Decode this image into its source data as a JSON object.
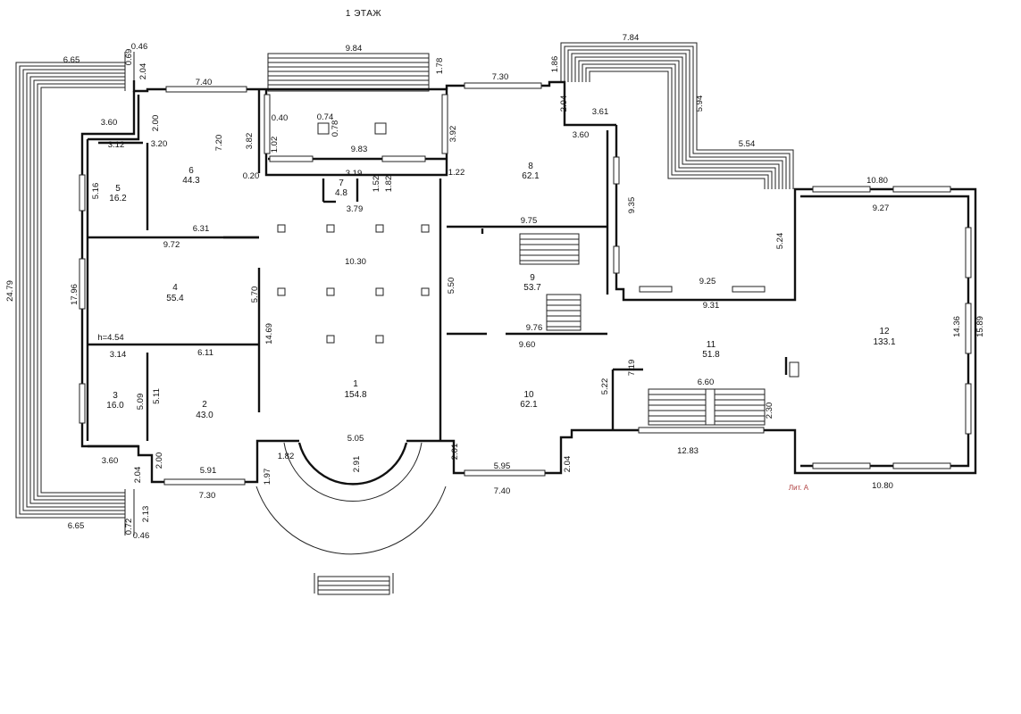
{
  "title": "1 ЭТАЖ",
  "lit_label": "Лит. А",
  "rooms": [
    {
      "id": "1",
      "num": "1",
      "area": "154.8"
    },
    {
      "id": "2",
      "num": "2",
      "area": "43.0"
    },
    {
      "id": "3",
      "num": "3",
      "area": "16.0"
    },
    {
      "id": "4",
      "num": "4",
      "area": "55.4"
    },
    {
      "id": "5",
      "num": "5",
      "area": "16.2"
    },
    {
      "id": "6",
      "num": "6",
      "area": "44.3"
    },
    {
      "id": "7",
      "num": "7",
      "area": "4.8"
    },
    {
      "id": "8",
      "num": "8",
      "area": "62.1"
    },
    {
      "id": "9",
      "num": "9",
      "area": "53.7"
    },
    {
      "id": "10",
      "num": "10",
      "area": "62.1"
    },
    {
      "id": "11",
      "num": "11",
      "area": "51.8"
    },
    {
      "id": "12",
      "num": "12",
      "area": "133.1"
    }
  ],
  "dimensions": [
    "9.84",
    "7.84",
    "6.65",
    "0.46",
    "0.69",
    "2.04",
    "7.40",
    "3.60",
    "2.00",
    "3.12",
    "3.20",
    "5.16",
    "7.20",
    "3.82",
    "0.20",
    "6.31",
    "9.72",
    "17.96",
    "24.79",
    "h=4.54",
    "3.14",
    "6.11",
    "5.09",
    "5.11",
    "3.60",
    "2.00",
    "2.04",
    "5.91",
    "7.30",
    "6.65",
    "0.72",
    "2.13",
    "0.46",
    "1.78",
    "0.74",
    "0.78",
    "0.40",
    "1.02",
    "9.83",
    "3.19",
    "1.52",
    "1.82",
    "3.79",
    "10.30",
    "5.70",
    "14.69",
    "5.05",
    "1.97",
    "1.82",
    "2.91",
    "2.01",
    "5.50",
    "7.30",
    "1.86",
    "2.04",
    "3.61",
    "3.60",
    "3.92",
    "1.22",
    "9.75",
    "9.35",
    "5.94",
    "5.54",
    "10.80",
    "9.27",
    "5.24",
    "9.25",
    "9.31",
    "9.76",
    "9.60",
    "14.36",
    "15.89",
    "7.19",
    "5.22",
    "6.60",
    "2.30",
    "12.83",
    "5.95",
    "7.40",
    "2.04",
    "10.80"
  ]
}
